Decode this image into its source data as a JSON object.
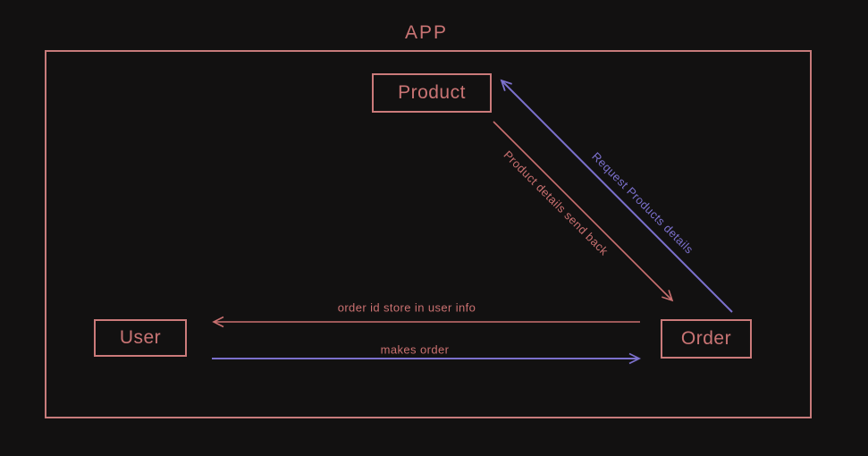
{
  "title": "APP",
  "colors": {
    "background": "#121111",
    "salmon": "#c97474",
    "purple": "#7b70cc",
    "node_border": "#cb7a7a",
    "frame_border": "#c77b7b"
  },
  "nodes": {
    "product": {
      "label": "Product"
    },
    "user": {
      "label": "User"
    },
    "order": {
      "label": "Order"
    }
  },
  "edges": [
    {
      "id": "request-products-details",
      "label": "Request Products details",
      "from": "order",
      "to": "product",
      "color": "purple",
      "direction": "up-diagonal"
    },
    {
      "id": "product-details-send-back",
      "label": "Product details send back",
      "from": "product",
      "to": "order",
      "color": "salmon",
      "direction": "down-diagonal"
    },
    {
      "id": "order-id-store-in-user-info",
      "label": "order id store in user info",
      "from": "order",
      "to": "user",
      "color": "salmon",
      "direction": "left"
    },
    {
      "id": "makes-order",
      "label": "makes order",
      "from": "user",
      "to": "order",
      "color": "purple",
      "direction": "right"
    }
  ]
}
